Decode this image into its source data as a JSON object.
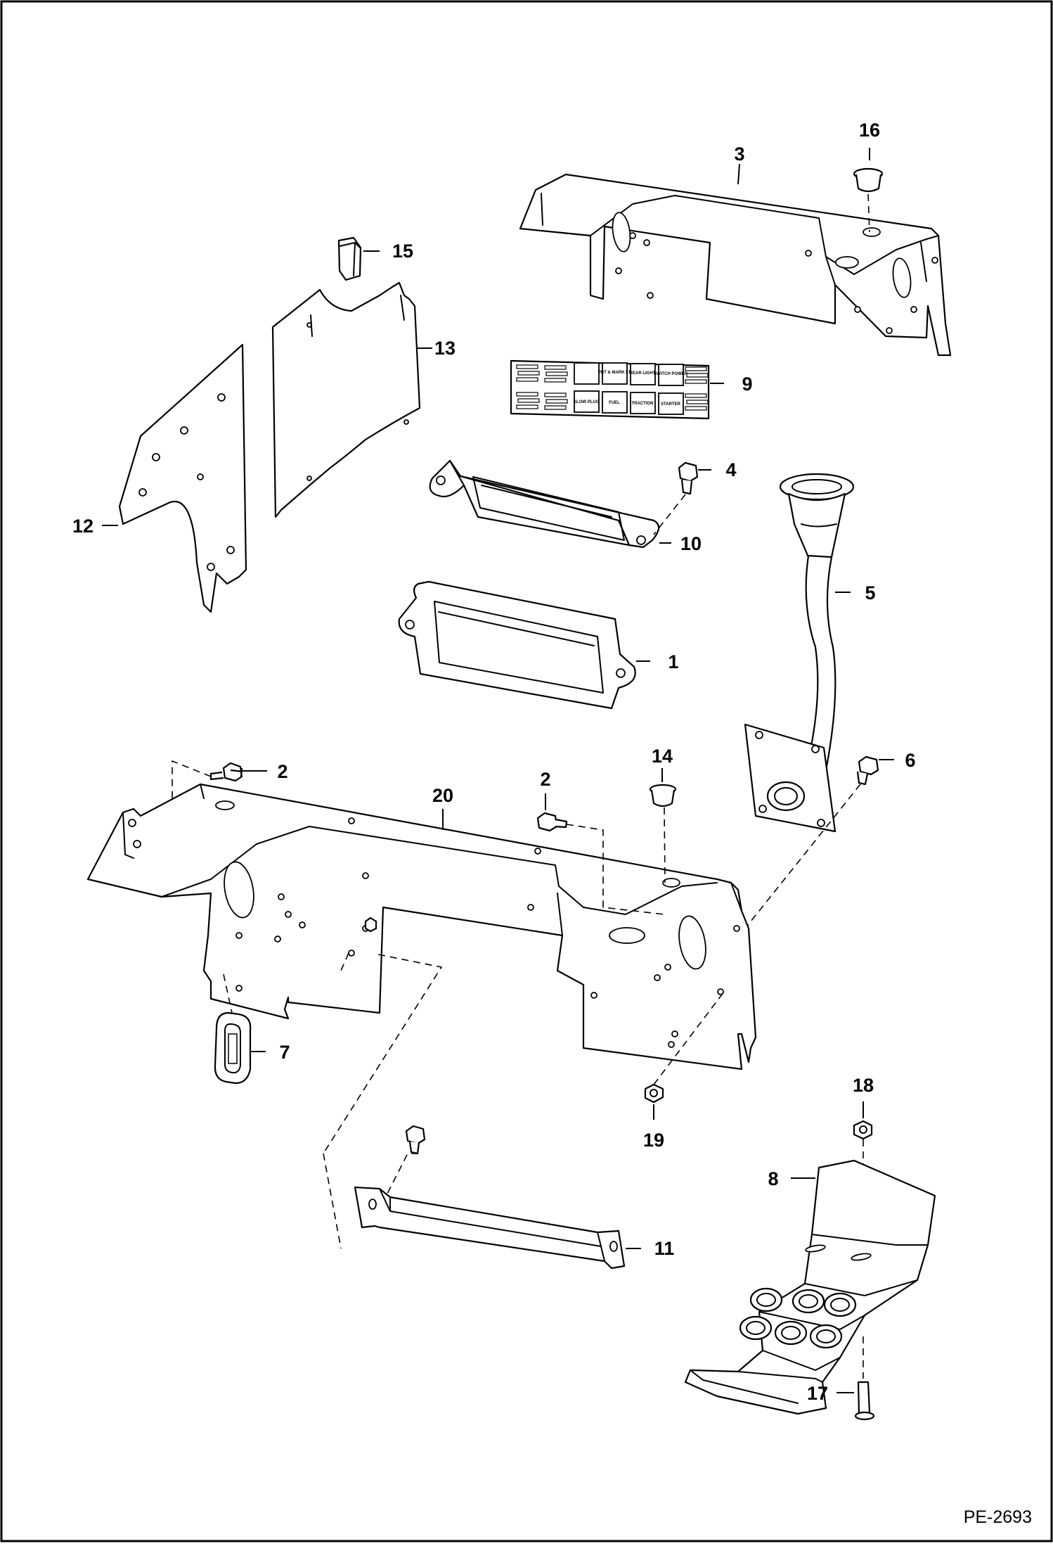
{
  "diagram": {
    "reference_code": "PE-2693",
    "callouts": [
      "1",
      "2",
      "2",
      "3",
      "4",
      "5",
      "6",
      "7",
      "8",
      "9",
      "10",
      "11",
      "12",
      "13",
      "14",
      "15",
      "16",
      "17",
      "18",
      "19",
      "20"
    ]
  },
  "decal_labels": [
    "PRT & MARK LT",
    "REAR LIGHT",
    "SWITCH POWER",
    "GLOW PLUG",
    "FUEL",
    "TRACTION",
    "STARTER"
  ]
}
